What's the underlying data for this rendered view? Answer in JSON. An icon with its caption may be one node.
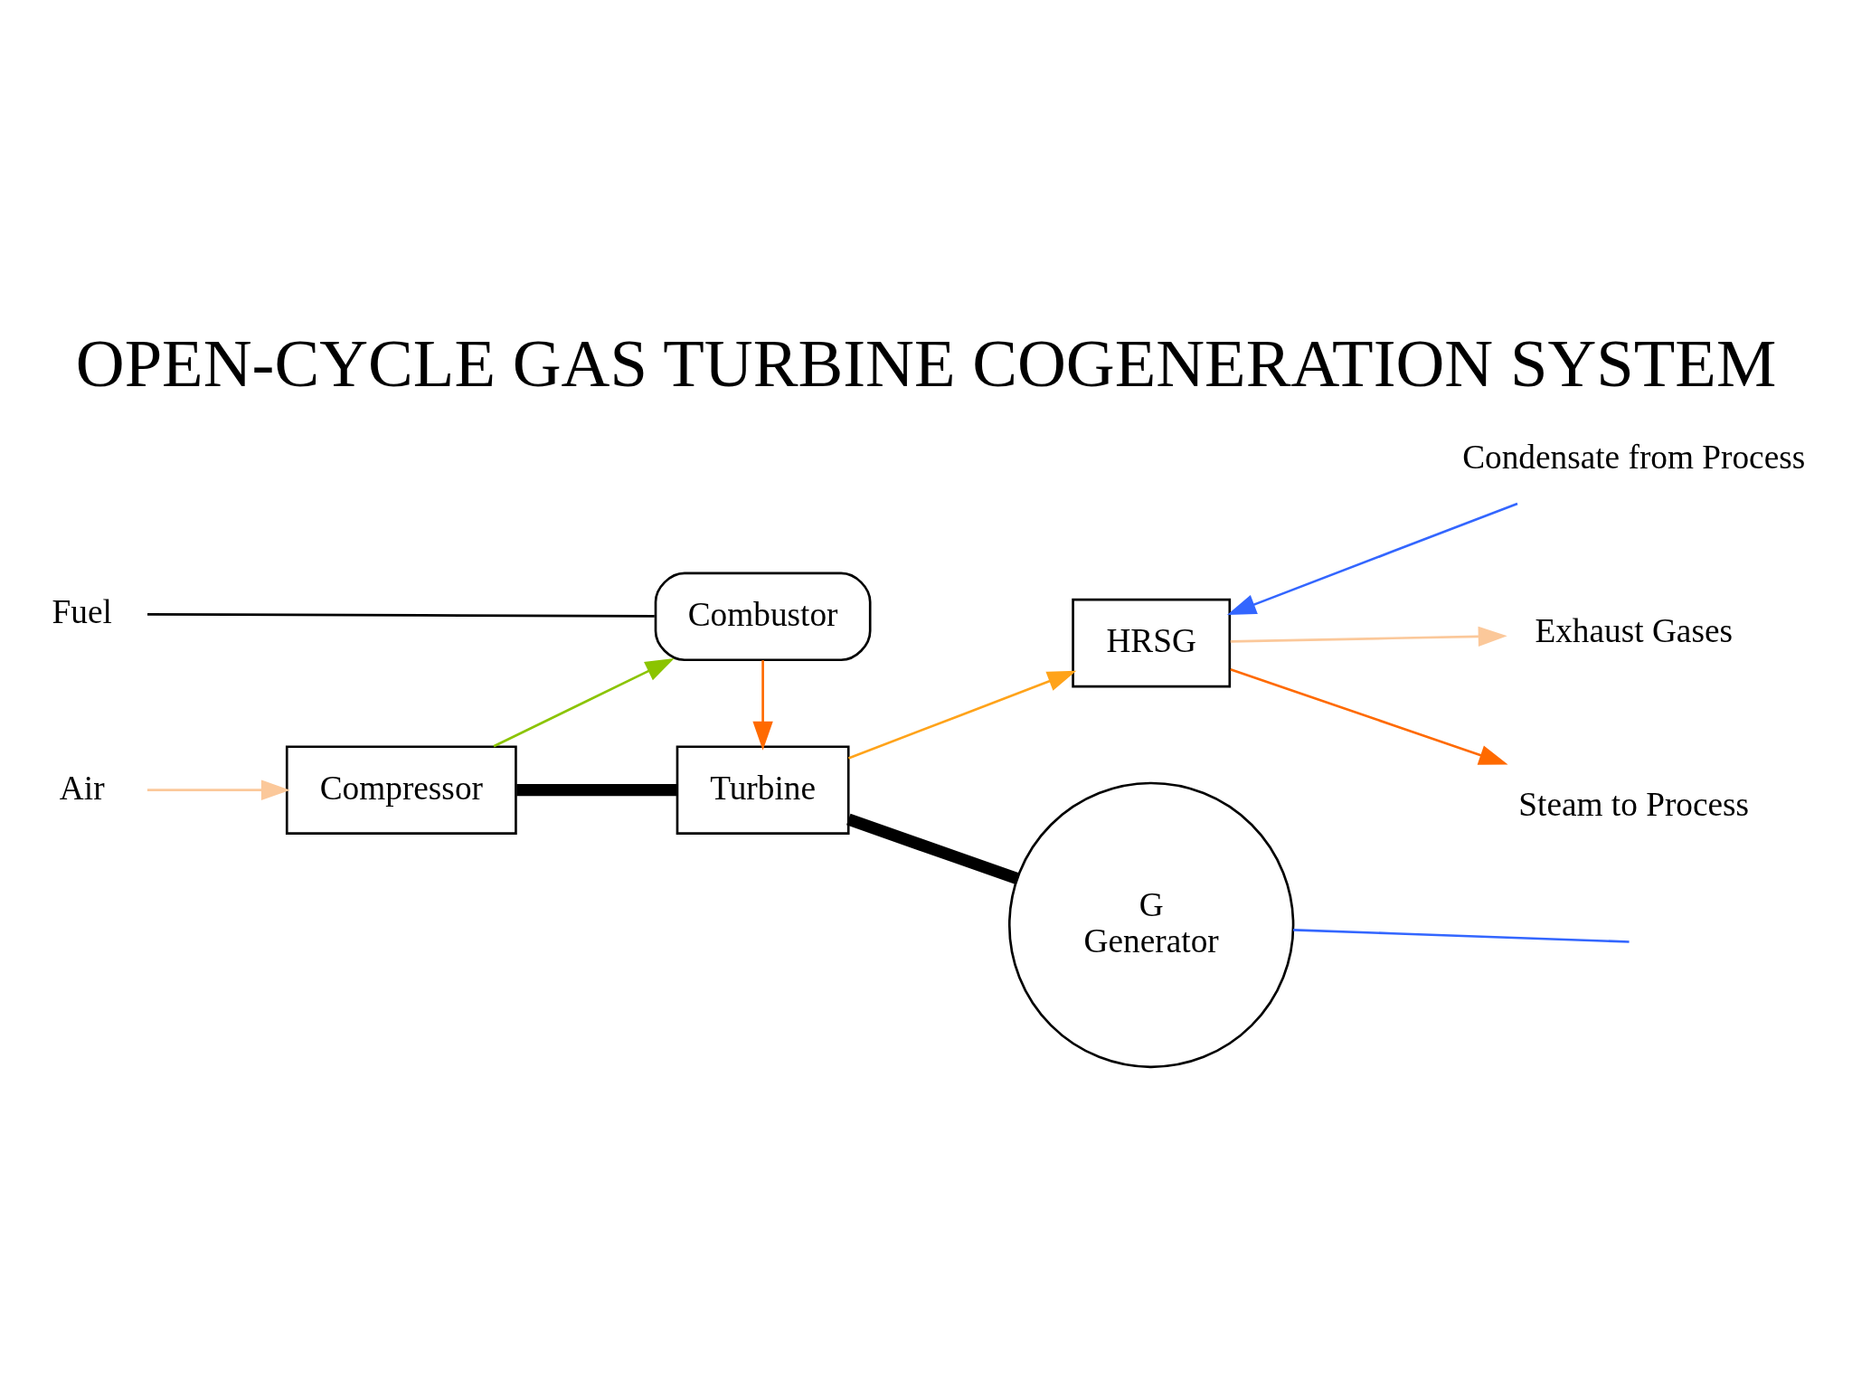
{
  "diagram": {
    "title": "OPEN-CYCLE GAS TURBINE COGENERATION SYSTEM",
    "nodes": [
      {
        "text": [
          "Air"
        ]
      },
      {
        "text": [
          "Compressor"
        ]
      },
      {
        "text": [
          "Fuel"
        ]
      },
      {
        "text": [
          "Combustor"
        ]
      },
      {
        "text": [
          "Turbine"
        ]
      },
      {
        "text": [
          "HRSG"
        ]
      },
      {
        "text": [
          "Exhaust Gases"
        ]
      },
      {
        "text": [
          "Condensate from Process"
        ]
      },
      {
        "text": [
          "Steam to Process"
        ]
      },
      {
        "text": [
          "G",
          "Generator"
        ]
      }
    ],
    "edges": [
      {
        "from": 0,
        "to": 1,
        "arrow": "to",
        "color": "#fbc89a"
      },
      {
        "from": 2,
        "to": 3,
        "arrow": "none"
      },
      {
        "from": 1,
        "to": 3,
        "arrow": "to",
        "color": "#8bc400"
      },
      {
        "from": 3,
        "to": 4,
        "arrow": "to",
        "color": "#ff6a00"
      },
      {
        "from": 4,
        "to": 5,
        "arrow": "to",
        "color": "#ffa31a"
      },
      {
        "from": 5,
        "to": 6,
        "arrow": "to",
        "color": "#fbc89a"
      },
      {
        "from": 7,
        "to": 5,
        "arrow": "to",
        "color": "#3366ff"
      },
      {
        "from": 5,
        "to": 8,
        "arrow": "to",
        "color": "#ff6a00"
      },
      {
        "from": 1,
        "to": 4,
        "arrow": "none",
        "style": "thick"
      },
      {
        "from": 4,
        "to": 9,
        "arrow": "none",
        "style": "thick"
      },
      {
        "from": 9,
        "to": null,
        "arrow": "none",
        "color": "#3366ff"
      }
    ]
  }
}
